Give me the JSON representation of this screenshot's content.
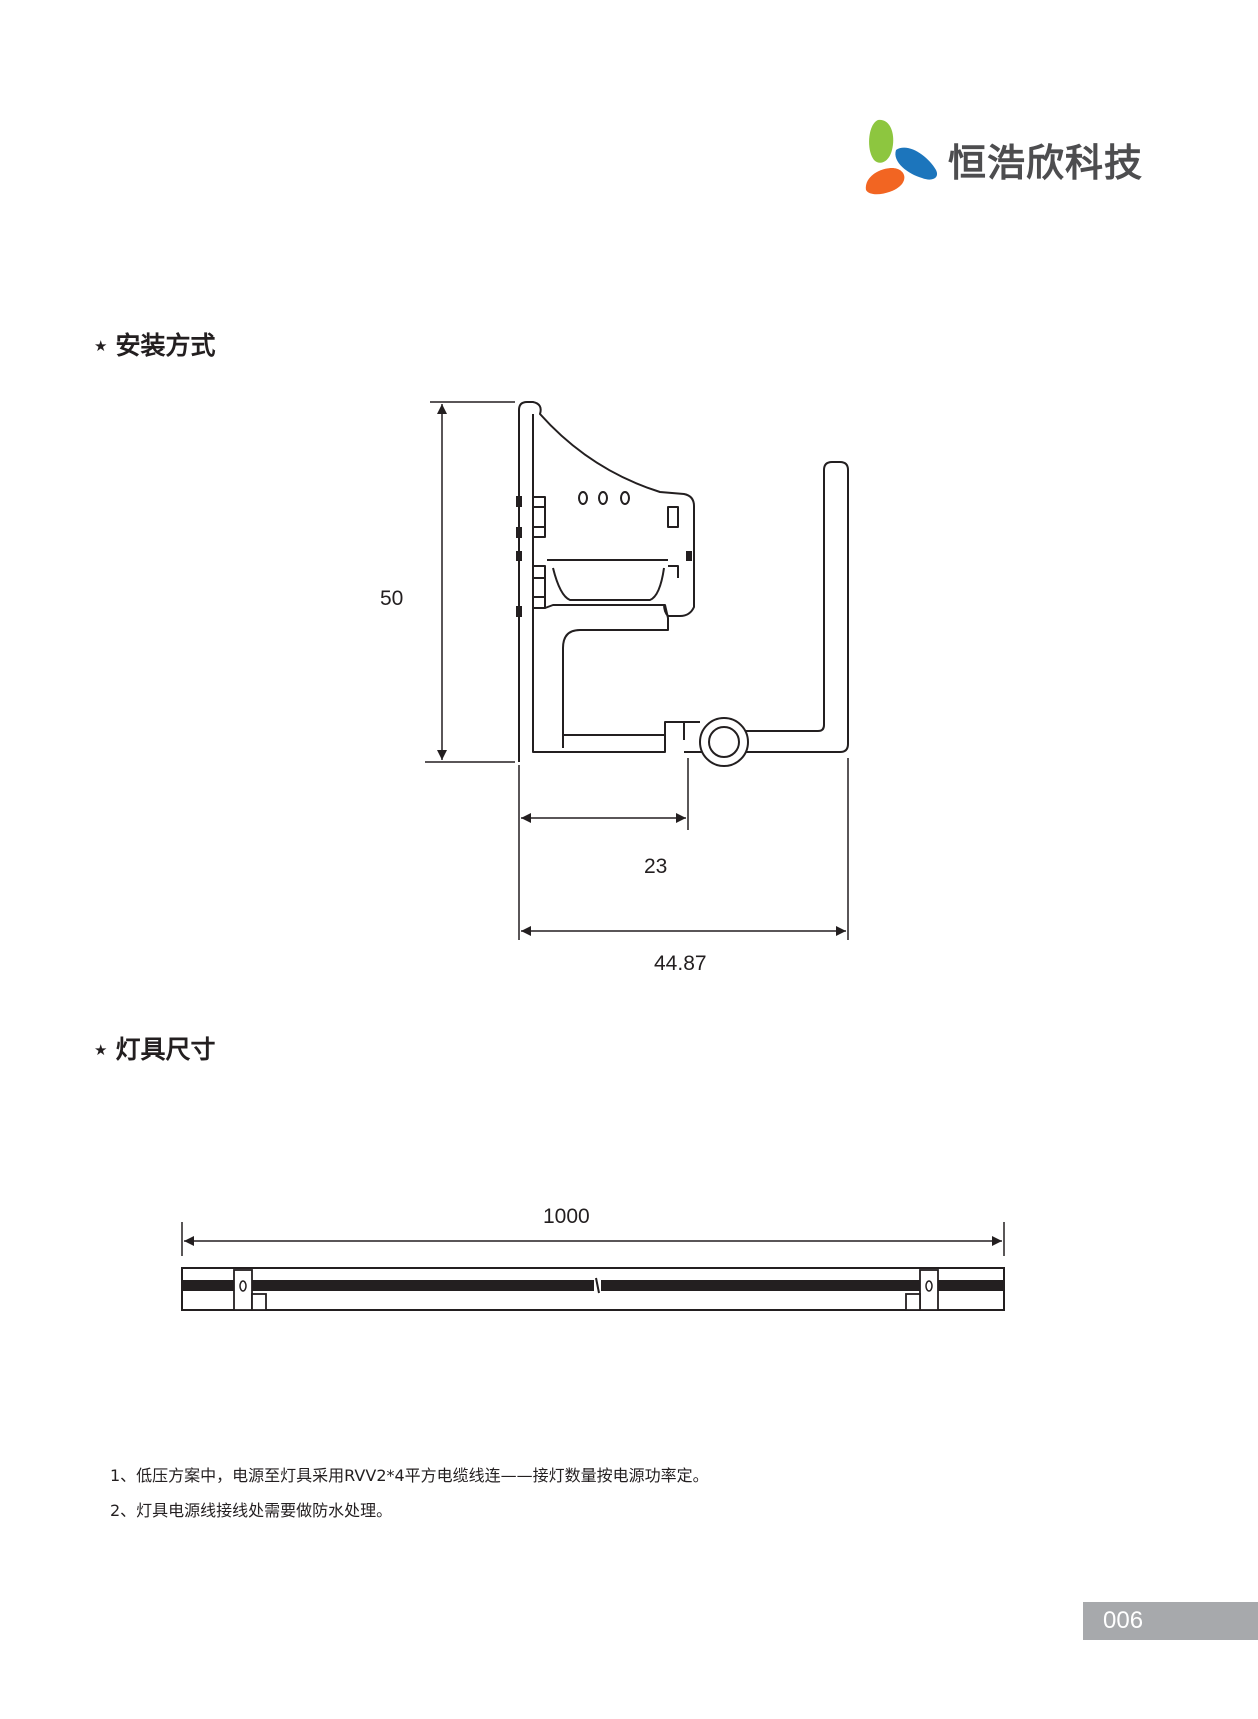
{
  "brand": {
    "name": "恒浩欣科技",
    "colors": {
      "green": "#8dc63f",
      "blue": "#1c75bc",
      "orange": "#f26522",
      "text": "#4d4d4f"
    }
  },
  "sections": {
    "installation": {
      "title": "安装方式"
    },
    "dimensions": {
      "title": "灯具尺寸"
    }
  },
  "profile_dimensions": {
    "height": "50",
    "inner_width": "23",
    "total_width": "44.87"
  },
  "fixture_dimensions": {
    "length": "1000"
  },
  "notes": [
    "1、低压方案中，电源至灯具采用RVV2*4平方电缆线连——接灯数量按电源功率定。",
    "2、灯具电源线接线处需要做防水处理。"
  ],
  "page_number": "006"
}
